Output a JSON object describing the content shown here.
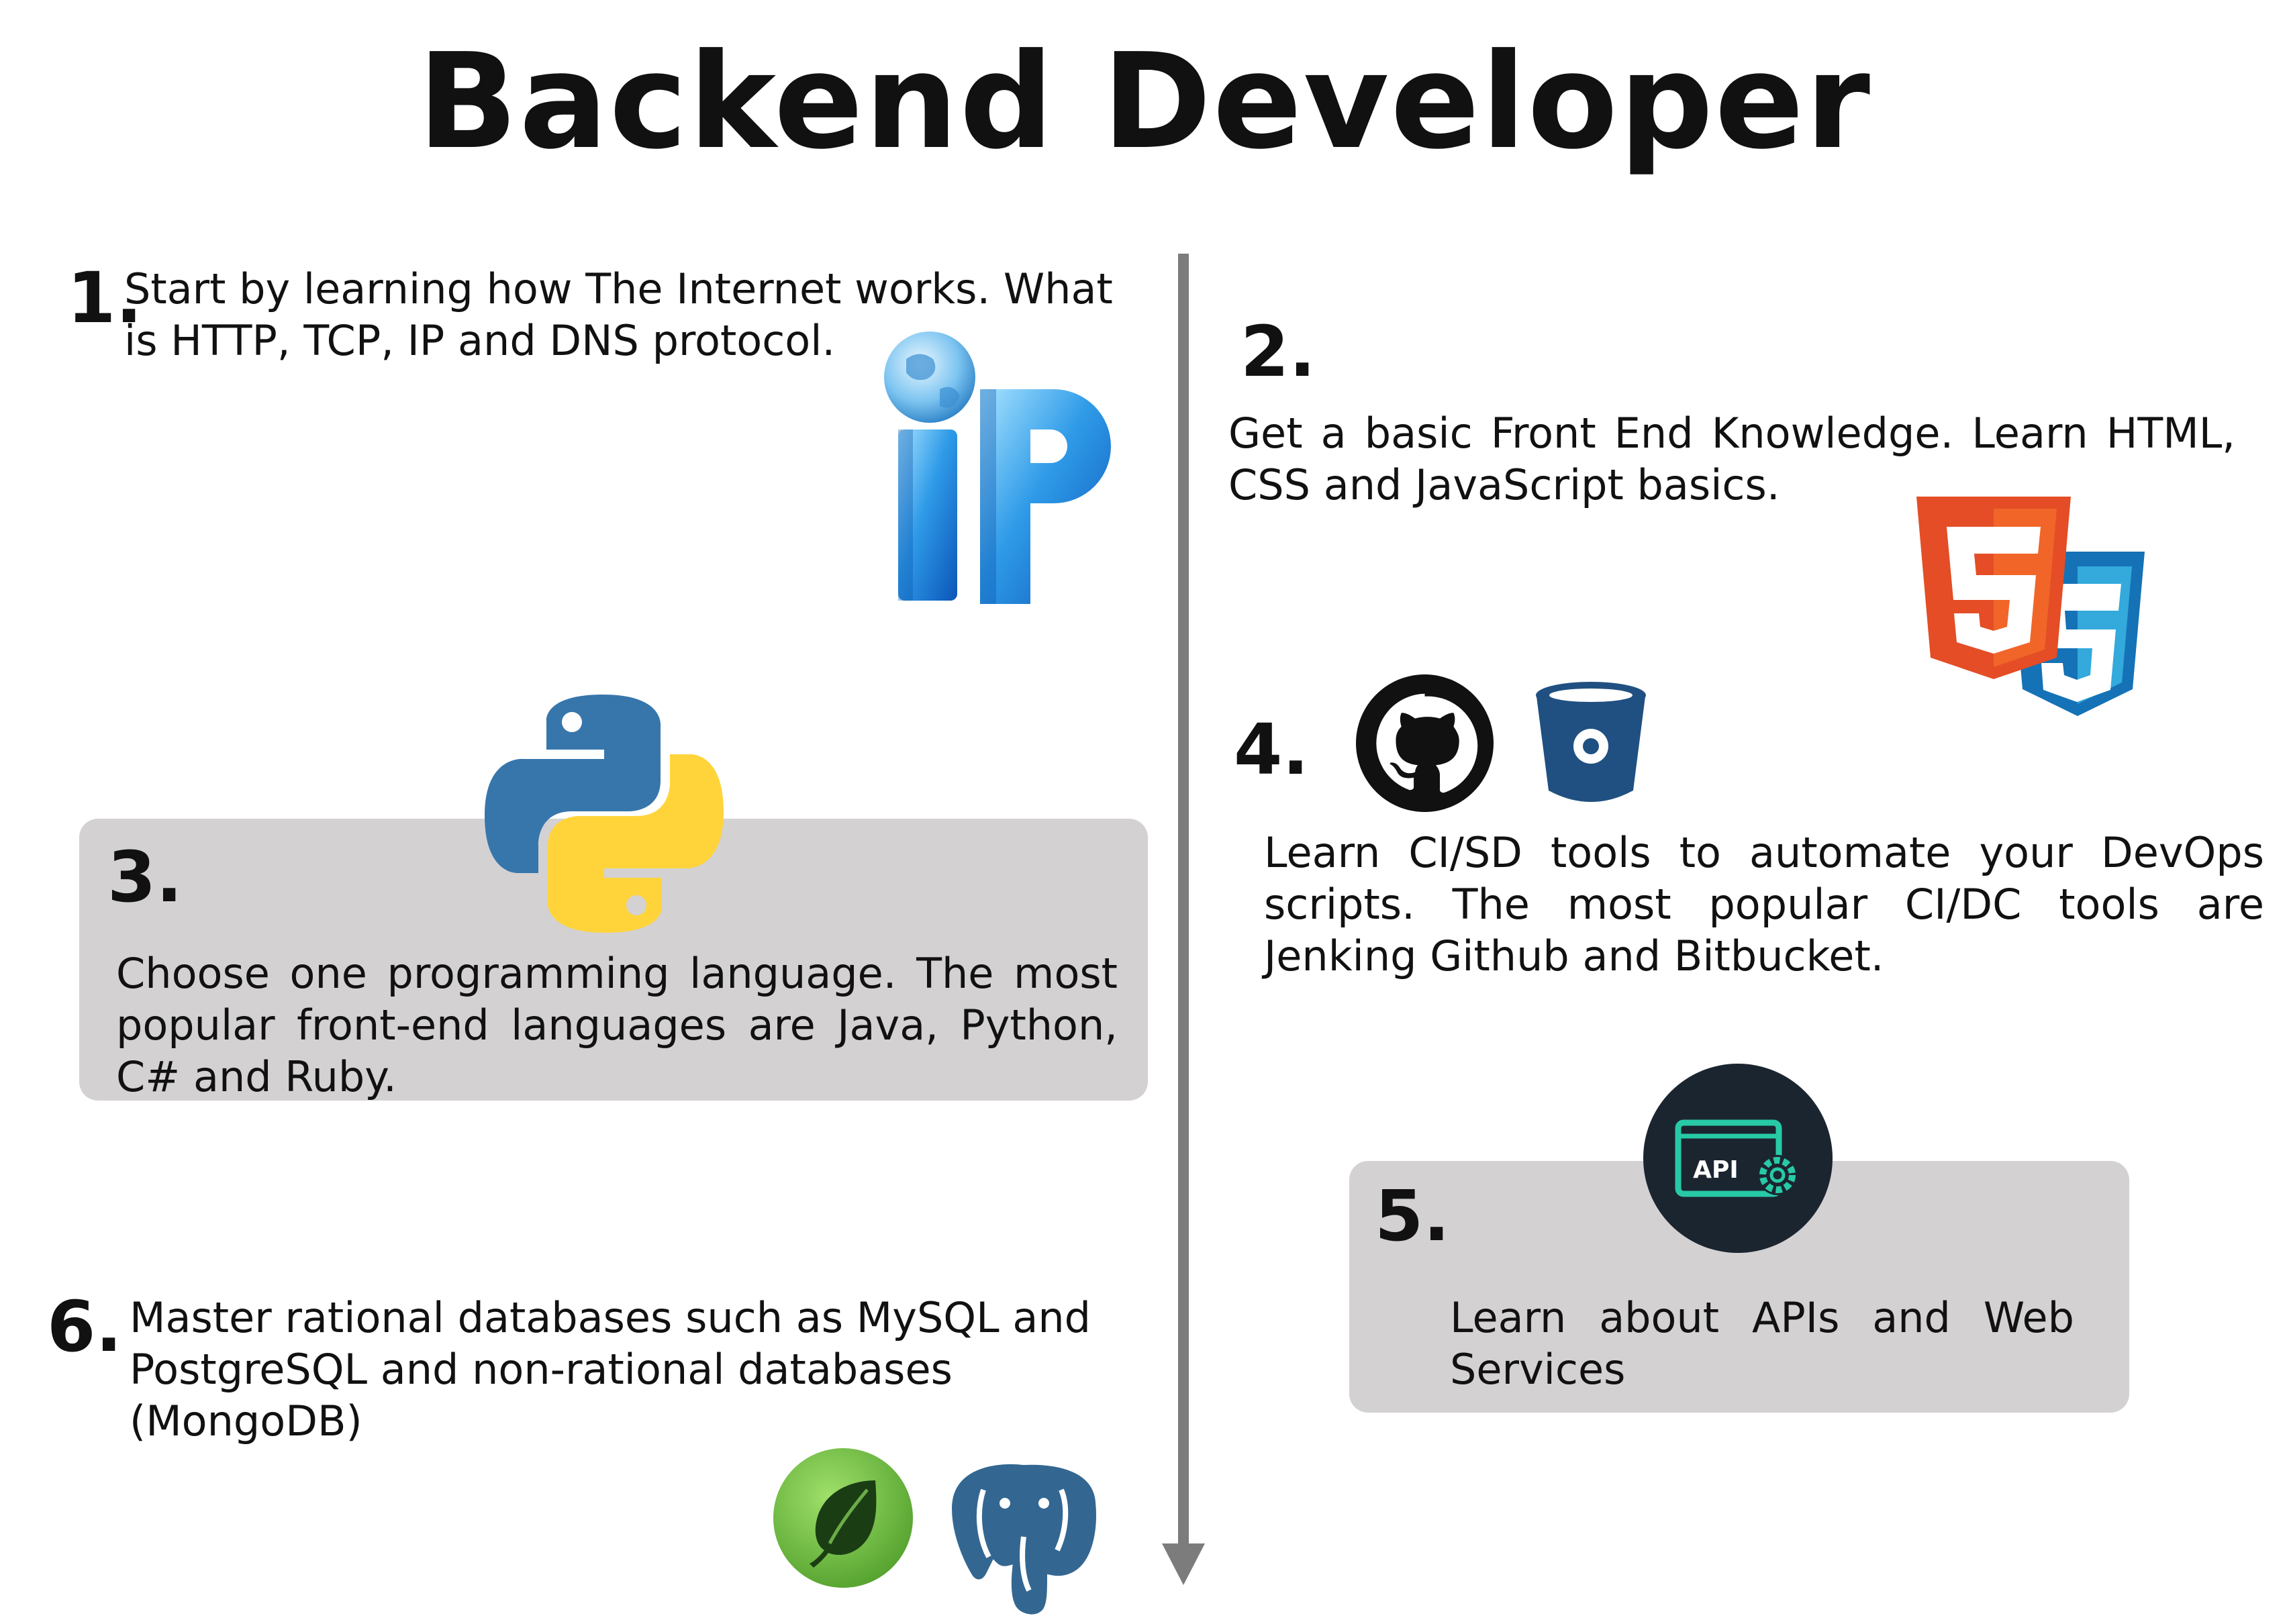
{
  "title": "Backend Developer",
  "colors": {
    "timeline": "#7c7c7c",
    "card_background": "#d3d1d2",
    "html5_orange": "#e44d26",
    "css3_blue": "#1572b6",
    "python_blue": "#3776ab",
    "python_yellow": "#ffd43b",
    "bitbucket_blue": "#205081",
    "mongo_green": "#6cac48",
    "postgres_blue": "#336791",
    "api_dark": "#1b2530",
    "api_teal": "#28c9a7"
  },
  "steps": [
    {
      "number": "1.",
      "text": "Start by learning how The Internet works. What is HTTP, TCP, IP and DNS protocol.",
      "icons": [
        "ip-globe-icon"
      ]
    },
    {
      "number": "2.",
      "text": "Get a basic Front End Knowledge. Learn HTML, CSS and JavaScript basics.",
      "icons": [
        "html5-icon",
        "css3-icon"
      ]
    },
    {
      "number": "3.",
      "text": "Choose one programming language. The most popular front-end languages are Java, Python, C# and Ruby.",
      "icons": [
        "python-icon"
      ]
    },
    {
      "number": "4.",
      "text": "Learn CI/SD tools to automate  your DevOps scripts. The most popular CI/DC tools are Jenking Github and Bitbucket.",
      "icons": [
        "github-icon",
        "bitbucket-icon"
      ]
    },
    {
      "number": "5.",
      "text": "Learn about APIs and Web Services",
      "icons": [
        "api-icon"
      ],
      "api_label": "API"
    },
    {
      "number": "6.",
      "text": "Master rational databases such as MySQL and PostgreSQL and non-rational databases (MongoDB)",
      "icons": [
        "mongodb-icon",
        "postgresql-icon"
      ]
    }
  ]
}
